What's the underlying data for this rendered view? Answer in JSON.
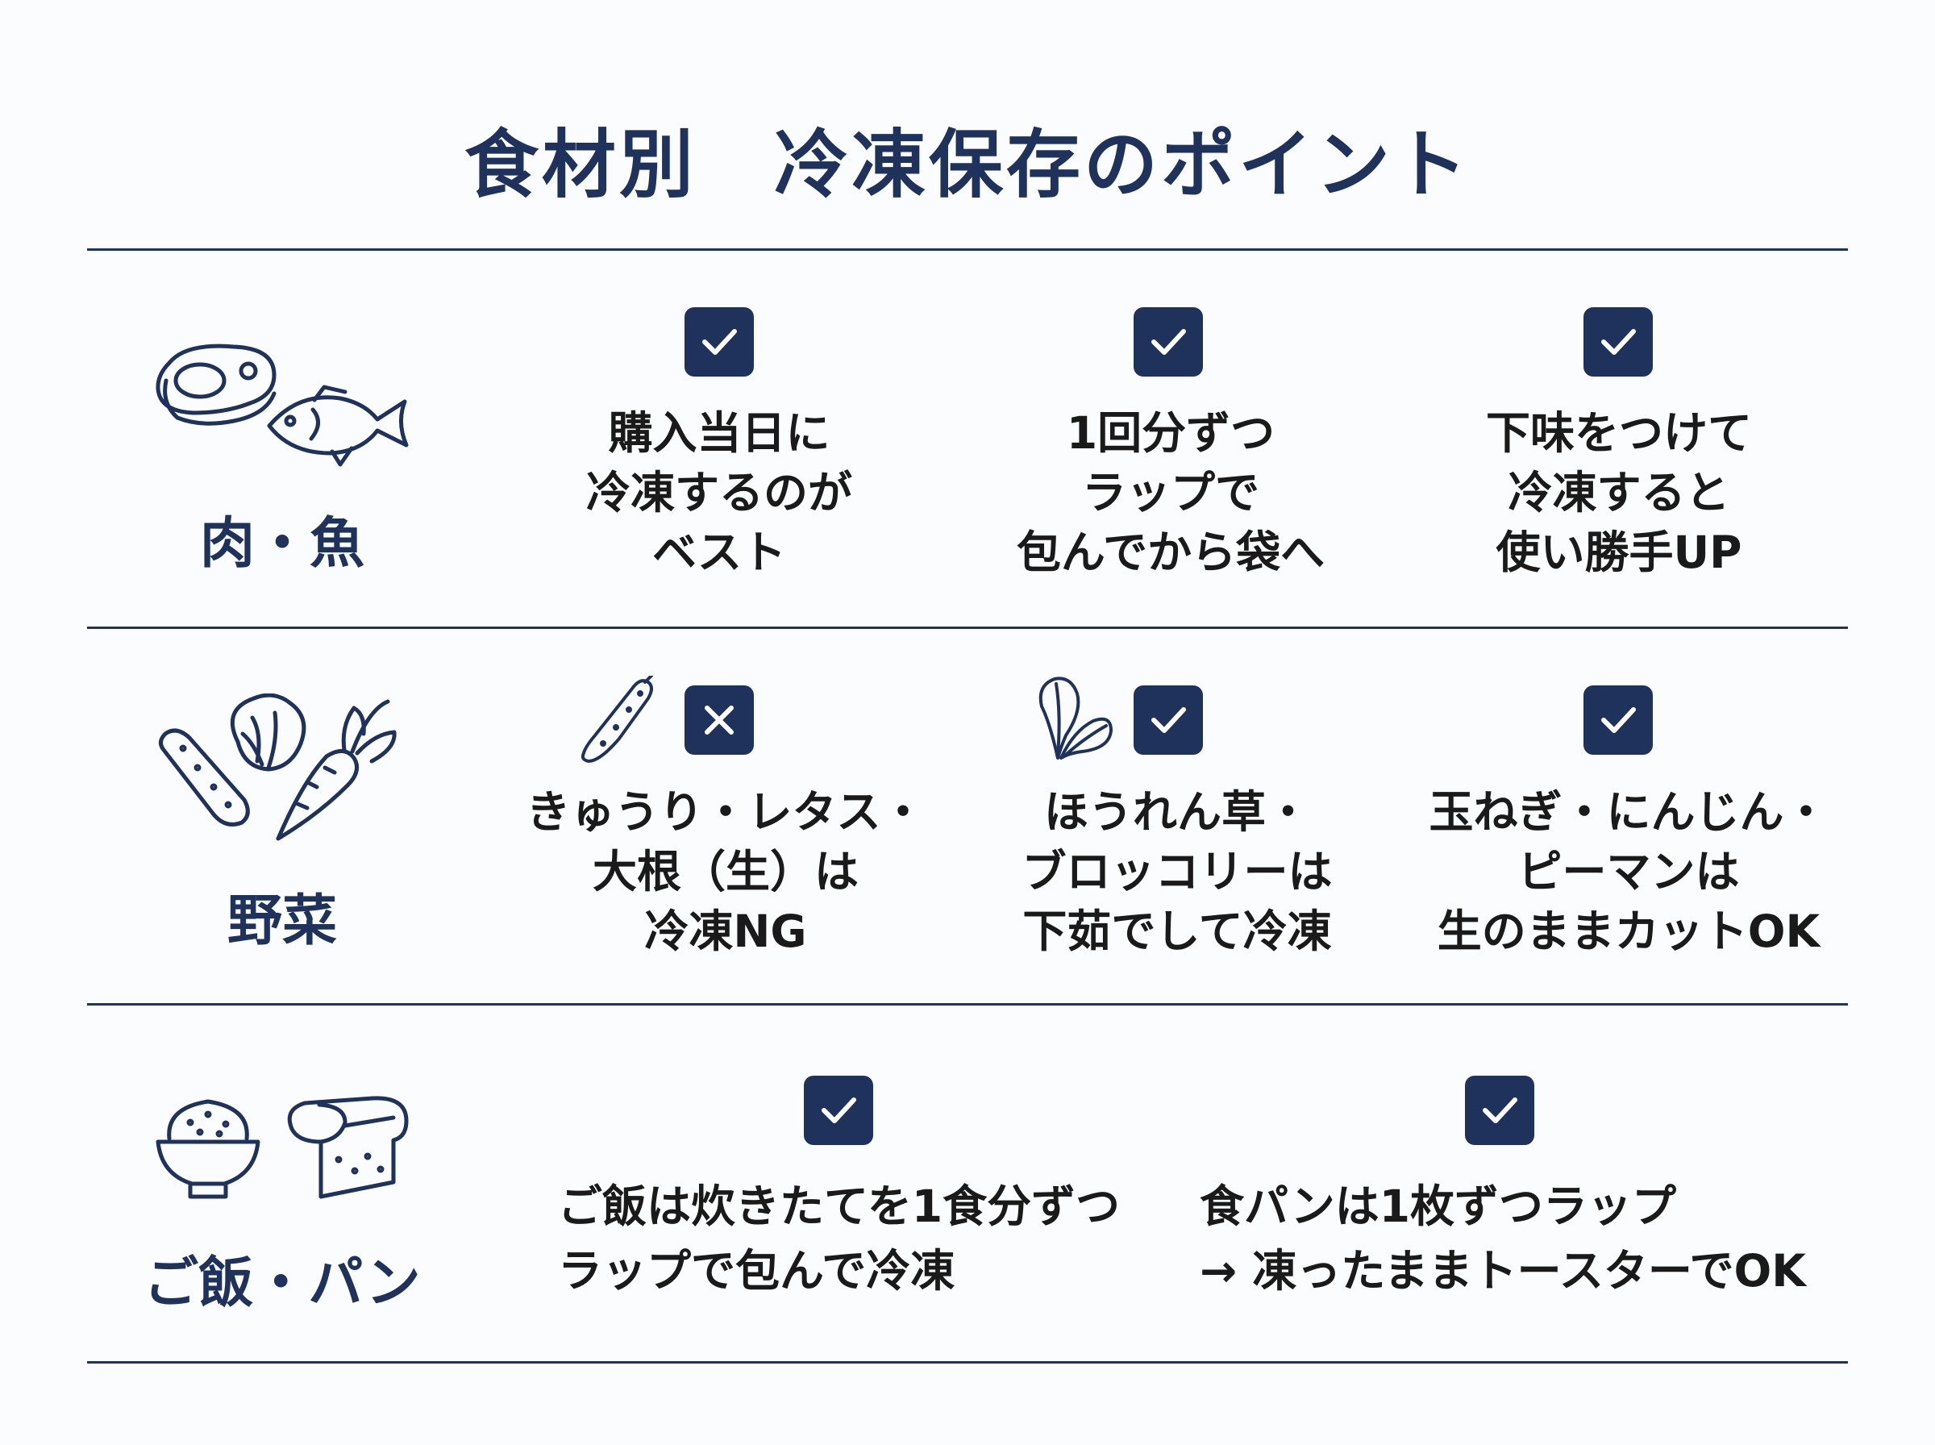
{
  "title": "食材別　冷凍保存のポイント",
  "rows": [
    {
      "category": "肉・魚",
      "icons": [
        "steak-icon",
        "fish-icon"
      ],
      "tips": [
        {
          "mark": "check",
          "lines": [
            "購入当日に",
            "冷凍するのが",
            "ベスト"
          ]
        },
        {
          "mark": "check",
          "lines": [
            "1回分ずつ",
            "ラップで",
            "包んでから袋へ"
          ]
        },
        {
          "mark": "check",
          "lines": [
            "下味をつけて",
            "冷凍すると",
            "使い勝手UP"
          ]
        }
      ]
    },
    {
      "category": "野菜",
      "icons": [
        "vegetables-icon"
      ],
      "tips": [
        {
          "mark": "cross",
          "icon": "cucumber-icon",
          "lines": [
            "きゅうり・レタス・",
            "大根（生）は",
            "冷凍NG"
          ]
        },
        {
          "mark": "check",
          "icon": "spinach-icon",
          "lines": [
            "ほうれん草・",
            "ブロッコリーは",
            "下茹でして冷凍"
          ]
        },
        {
          "mark": "check",
          "lines": [
            "玉ねぎ・にんじん・",
            "ピーマンは",
            "生のままカットOK"
          ]
        }
      ]
    },
    {
      "category": "ご飯・パン",
      "icons": [
        "rice-bowl-icon",
        "bread-icon"
      ],
      "tips": [
        {
          "mark": "check",
          "lines": [
            "ご飯は炊きたてを1食分ずつ",
            "ラップで包んで冷凍"
          ]
        },
        {
          "mark": "check",
          "lines": [
            "食パンは1枚ずつラップ",
            "→ 凍ったままトースターでOK"
          ]
        }
      ]
    }
  ],
  "colors": {
    "navy": "#1f325c",
    "text": "#1a1a1a",
    "background": "#fbfcfd"
  }
}
